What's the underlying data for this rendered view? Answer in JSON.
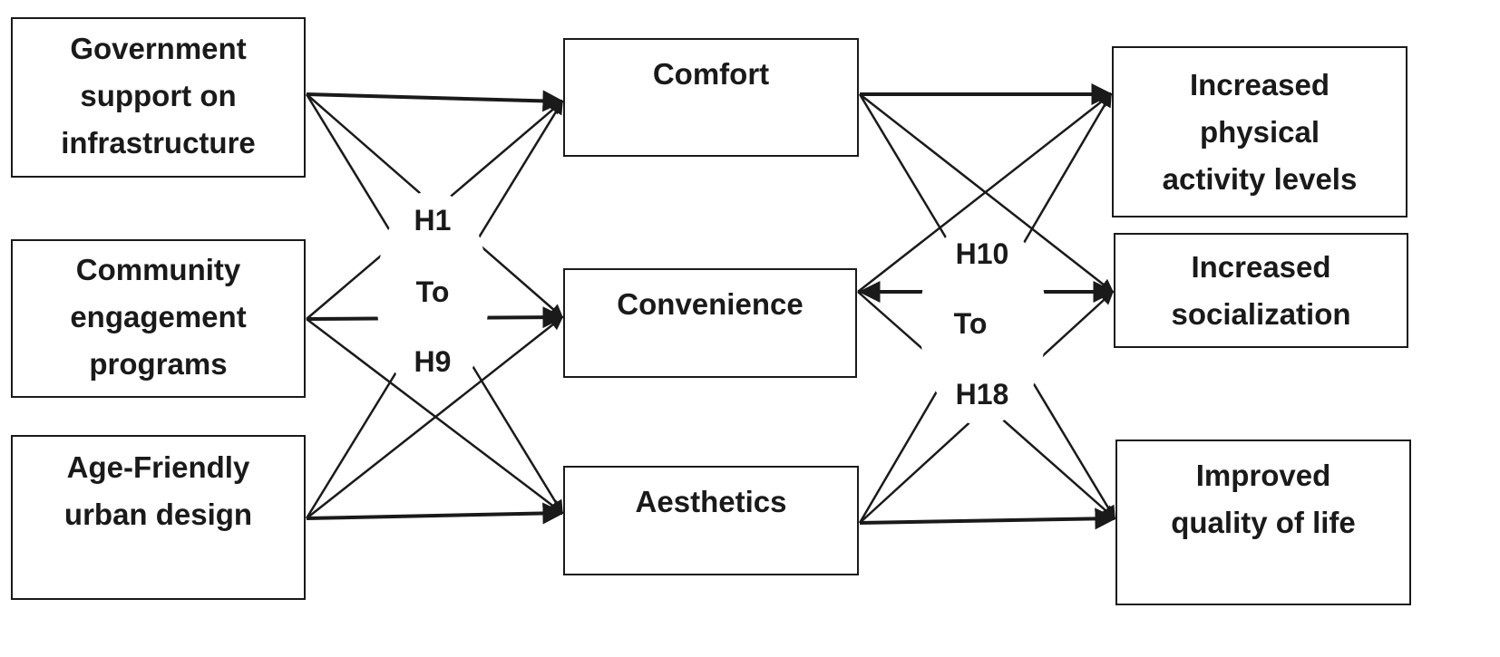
{
  "independent_variables": [
    {
      "id": "gov",
      "label": "Government support on infrastructure",
      "lines": [
        "Government",
        "support on",
        "infrastructure"
      ]
    },
    {
      "id": "cep",
      "label": "Community engagement programs",
      "lines": [
        "Community",
        "engagement",
        "programs"
      ]
    },
    {
      "id": "afud",
      "label": "Age-Friendly urban design",
      "lines": [
        "Age-Friendly",
        "urban design"
      ]
    }
  ],
  "mediators": [
    {
      "id": "comfort",
      "label": "Comfort"
    },
    {
      "id": "convenience",
      "label": "Convenience"
    },
    {
      "id": "aesthetics",
      "label": "Aesthetics"
    }
  ],
  "outcomes": [
    {
      "id": "pal",
      "label": "Increased physical activity levels",
      "lines": [
        "Increased",
        "physical",
        "activity levels"
      ]
    },
    {
      "id": "soc",
      "label": "Increased socialization",
      "lines": [
        "Increased",
        "socialization"
      ]
    },
    {
      "id": "qol",
      "label": "Improved quality of life",
      "lines": [
        "Improved",
        "quality of life"
      ]
    }
  ],
  "hypotheses": {
    "group1": {
      "from": "H1",
      "connector": "To",
      "to": "H9"
    },
    "group2": {
      "from": "H10",
      "connector": "To",
      "to": "H18"
    }
  },
  "edges": [
    [
      "gov",
      "comfort"
    ],
    [
      "gov",
      "convenience"
    ],
    [
      "gov",
      "aesthetics"
    ],
    [
      "cep",
      "comfort"
    ],
    [
      "cep",
      "convenience"
    ],
    [
      "cep",
      "aesthetics"
    ],
    [
      "afud",
      "comfort"
    ],
    [
      "afud",
      "convenience"
    ],
    [
      "afud",
      "aesthetics"
    ],
    [
      "comfort",
      "pal"
    ],
    [
      "comfort",
      "soc"
    ],
    [
      "comfort",
      "qol"
    ],
    [
      "convenience",
      "pal"
    ],
    [
      "convenience",
      "soc"
    ],
    [
      "convenience",
      "qol"
    ],
    [
      "aesthetics",
      "pal"
    ],
    [
      "aesthetics",
      "soc"
    ],
    [
      "aesthetics",
      "qol"
    ]
  ],
  "colors": {
    "line": "#1a1a1a",
    "box_border": "#1a1a1a",
    "background": "#ffffff"
  }
}
